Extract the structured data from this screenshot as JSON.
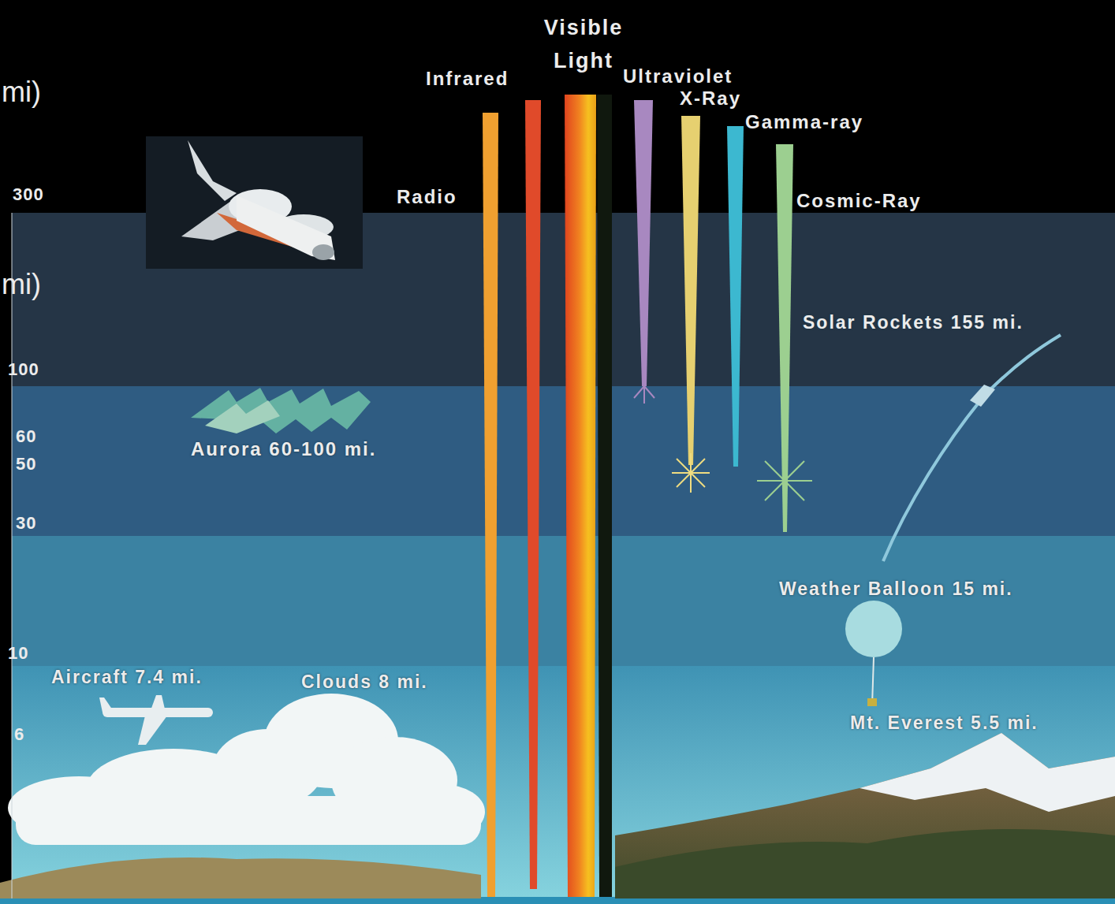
{
  "diagram": {
    "labels": [
      "mi)",
      "mi)",
      "300",
      "100",
      "60",
      "50",
      "30",
      "10",
      "6",
      "Visible Light",
      "Infrared",
      "Ultraviolet",
      "X-Ray",
      "Gamma-ray",
      "Radio",
      "Cosmic-Ray",
      "Solar Rockets 155 mi.",
      "Aurora 60-100 mi.",
      "Weather Balloon 15 mi.",
      "Aircraft 7.4 mi.",
      "Clouds 8 mi.",
      "Mt. Everest 5.5 mi."
    ]
  }
}
